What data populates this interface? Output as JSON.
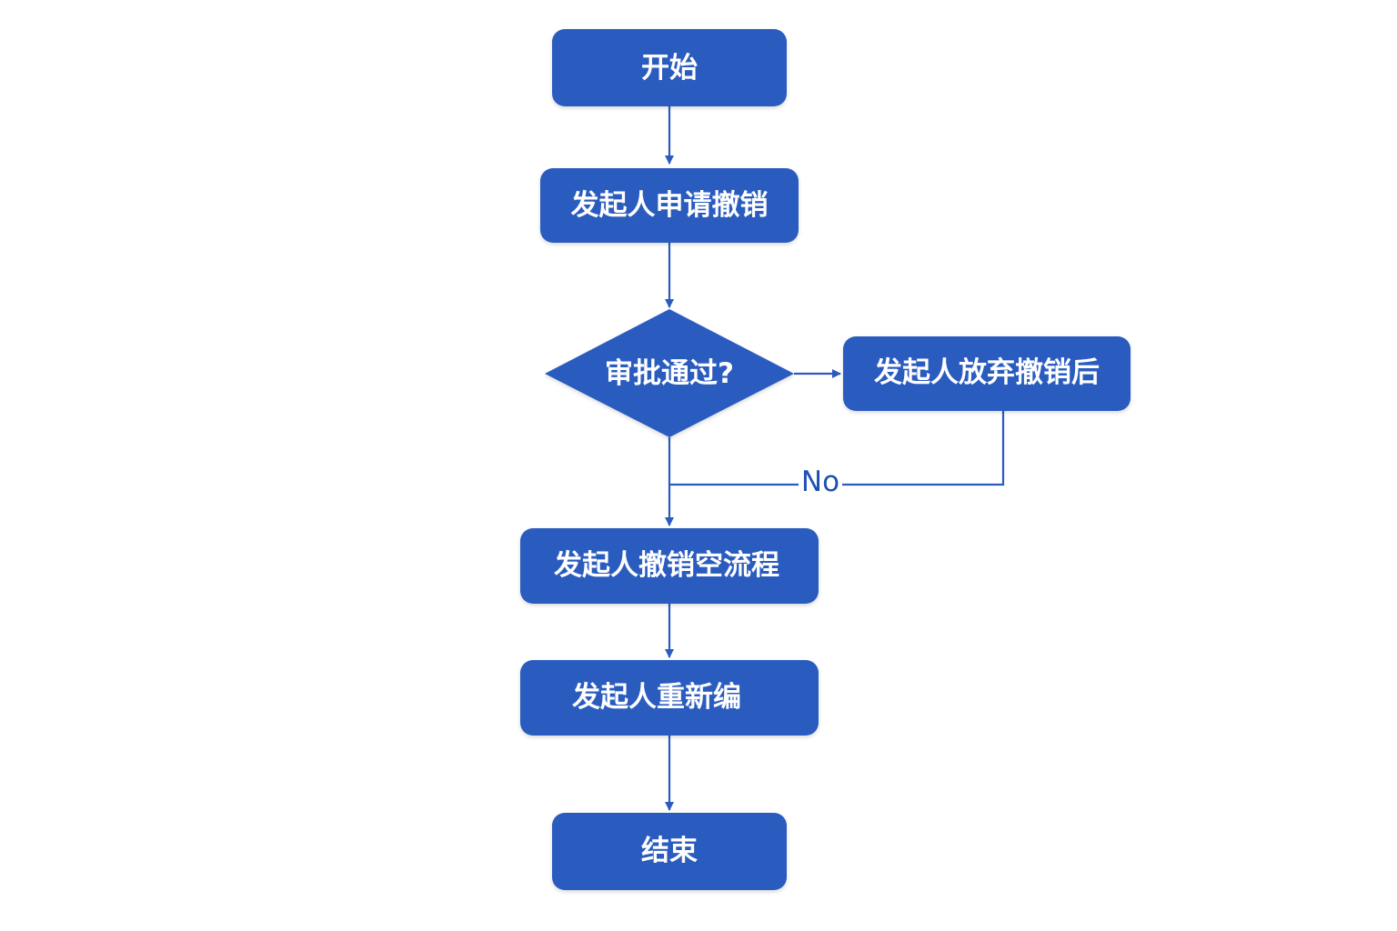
{
  "diagram": {
    "nodes": {
      "start": "开始",
      "request": "发起人申请撤销",
      "decision": "审批通过?",
      "abandon": "发起人放弃撤销后",
      "withdraw": "发起人撤销空流程",
      "reedit": "发起人重新编",
      "end": "结束"
    },
    "edges": {
      "no_label": "No"
    },
    "colors": {
      "node_fill": "#2b5bbf",
      "line": "#2b5bbf",
      "text": "#ffffff",
      "background": "#ffffff"
    }
  }
}
